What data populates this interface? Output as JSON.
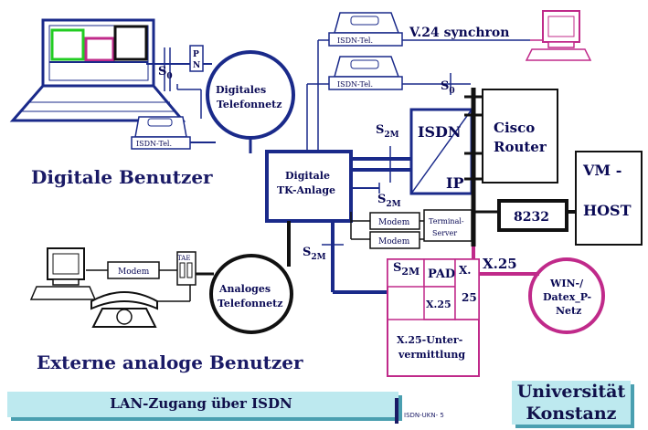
{
  "colors": {
    "line": "#1a2a8a",
    "dark": "#111111",
    "magenta": "#c02a8a",
    "teal": "#bde9ef",
    "heading": "#1a1a66"
  },
  "headings": {
    "digital_users": "Digitale Benutzer",
    "external_users": "Externe analoge Benutzer"
  },
  "nodes": {
    "pn": "P\nN",
    "digital_net": [
      "Digitales",
      "Telefonnetz"
    ],
    "analog_net": [
      "Analoges",
      "Telefonnetz"
    ],
    "tk": [
      "Digitale",
      "TK-Anlage"
    ],
    "isdn_tel_1": "ISDN-Tel.",
    "isdn_tel_2": "ISDN-Tel.",
    "isdn_tel_3": "ISDN-Tel.",
    "v24": "V.24 synchron",
    "isdn_ip_top": "ISDN",
    "isdn_ip_bottom": "IP",
    "cisco": [
      "Cisco",
      "Router"
    ],
    "vm_host": [
      "VM -",
      "HOST"
    ],
    "box_8232": "8232",
    "modem_1": "Modem",
    "modem_2": "Modem",
    "modem_3": "Modem",
    "terminal_server": [
      "Terminal-",
      "Server"
    ],
    "tae": "TAE",
    "x25_label": "X.25",
    "s2m_box": "2M",
    "pad": "PAD",
    "x25_small": "X.25",
    "x25_side": [
      "X.",
      "25"
    ],
    "x25_unter": [
      "X.25-Unter-",
      "vermittlung"
    ],
    "win": [
      "WIN-/",
      "Datex_P-",
      "Netz"
    ]
  },
  "interfaces": {
    "s0_a": "S",
    "s0_a_sub": "0",
    "s0_b": "S",
    "s0_b_sub": "0",
    "s2m_a": "S",
    "s2m_a_sub": "2M",
    "s2m_b": "S",
    "s2m_b_sub": "2M",
    "s2m_c": "S",
    "s2m_c_sub": "2M",
    "s2m_d": "S"
  },
  "footer": {
    "title": "LAN-Zugang über ISDN",
    "code": "ISDN-UKN-  5",
    "university_line1": "Universität",
    "university_line2": "Konstanz"
  }
}
